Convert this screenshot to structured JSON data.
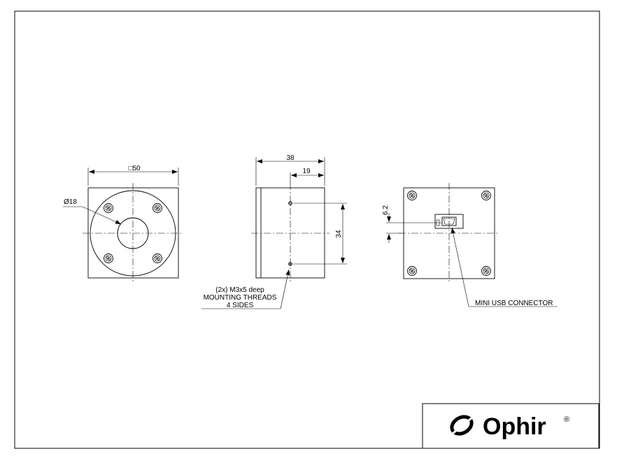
{
  "front_view": {
    "square_dim": "□50",
    "dia_dim": "Ø18"
  },
  "side_view": {
    "depth_dim": "38",
    "thread_offset_dim": "19",
    "thread_spacing_dim": "34",
    "thread_note": [
      "(2x) M3x5 deep",
      "MOUNTING THREADS",
      "4 SIDES"
    ]
  },
  "back_view": {
    "usb_offset_dim": "6.2",
    "usb_label": "MINI USB CONNECTOR"
  },
  "title_block": {
    "logo_text": "Ophir",
    "registered_mark": "®"
  }
}
